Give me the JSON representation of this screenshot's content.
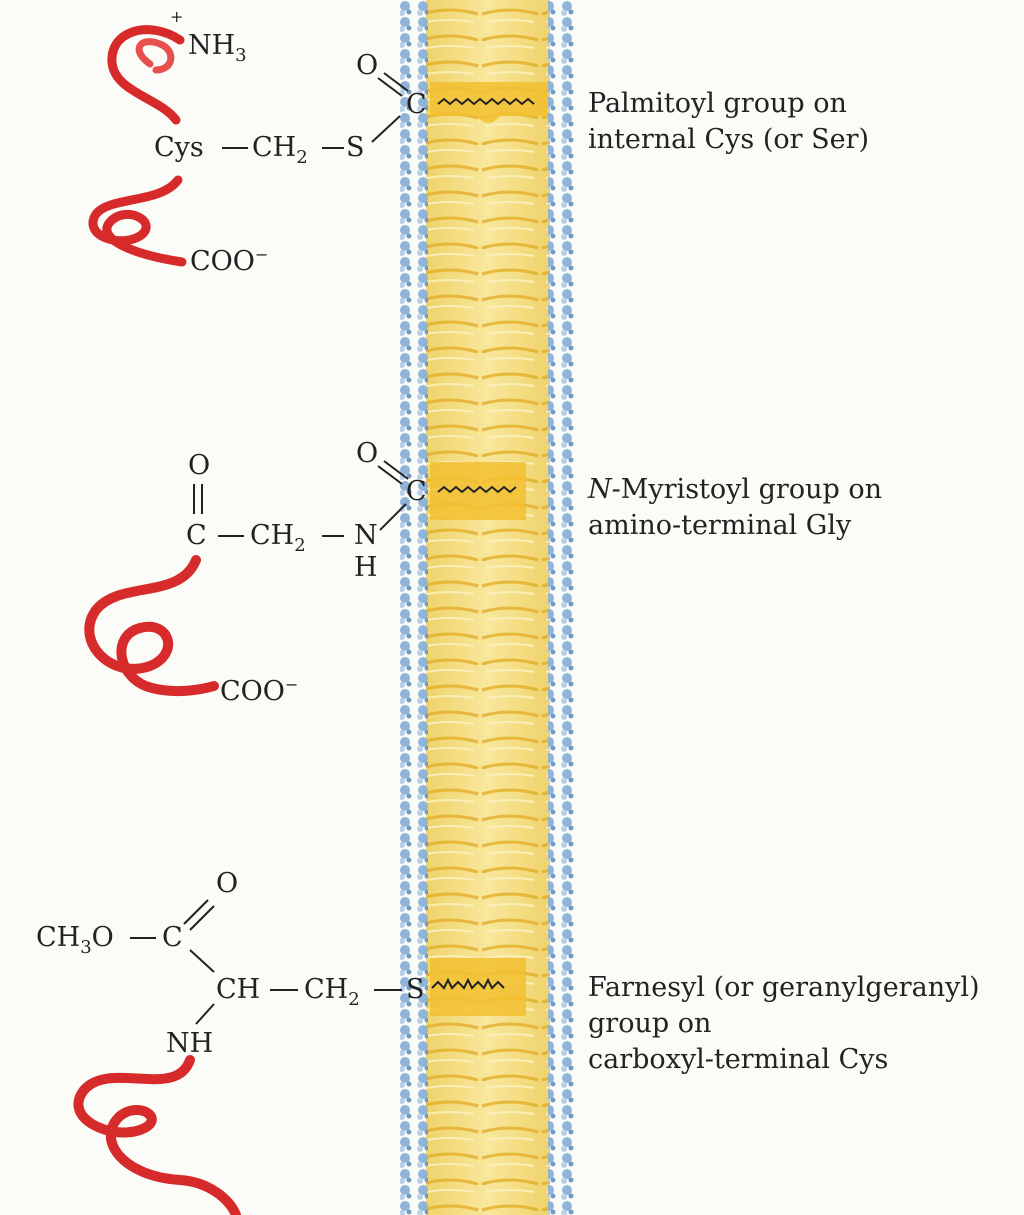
{
  "labels": {
    "palmitoyl": {
      "line1": "Palmitoyl group on",
      "line2": "internal Cys (or Ser)"
    },
    "myristoyl": {
      "italic_prefix": "N",
      "line1_rest": "-Myristoyl group on",
      "line2": "amino-terminal Gly"
    },
    "farnesyl": {
      "line1": "Farnesyl (or geranylgeranyl)",
      "line2": "group on",
      "line3": "carboxyl-terminal Cys"
    }
  },
  "chemistry": {
    "palmitoyl": {
      "nh3_plus": "+",
      "nh3": "NH",
      "nh3_sub": "3",
      "cys": "Cys",
      "ch2": "CH",
      "ch2_sub": "2",
      "s": "S",
      "c": "C",
      "o": "O",
      "coo": "COO",
      "coo_sup": "−"
    },
    "myristoyl": {
      "o_left": "O",
      "c_left": "C",
      "ch2": "CH",
      "ch2_sub": "2",
      "n": "N",
      "h": "H",
      "c": "C",
      "o": "O",
      "coo": "COO",
      "coo_sup": "−"
    },
    "farnesyl": {
      "ch3o": "CH",
      "ch3o_sub": "3",
      "ch3o_o": "O",
      "c": "C",
      "o": "O",
      "ch": "CH",
      "ch2": "CH",
      "ch2_sub": "2",
      "s": "S",
      "nh": "NH"
    }
  },
  "colors": {
    "membrane_core": "#f5e08a",
    "membrane_stripe": "#e9b82c",
    "anchor_highlight": "#f2c030",
    "head_group": "#8fb4d8",
    "protein_ribbon": "#d72a2a"
  }
}
